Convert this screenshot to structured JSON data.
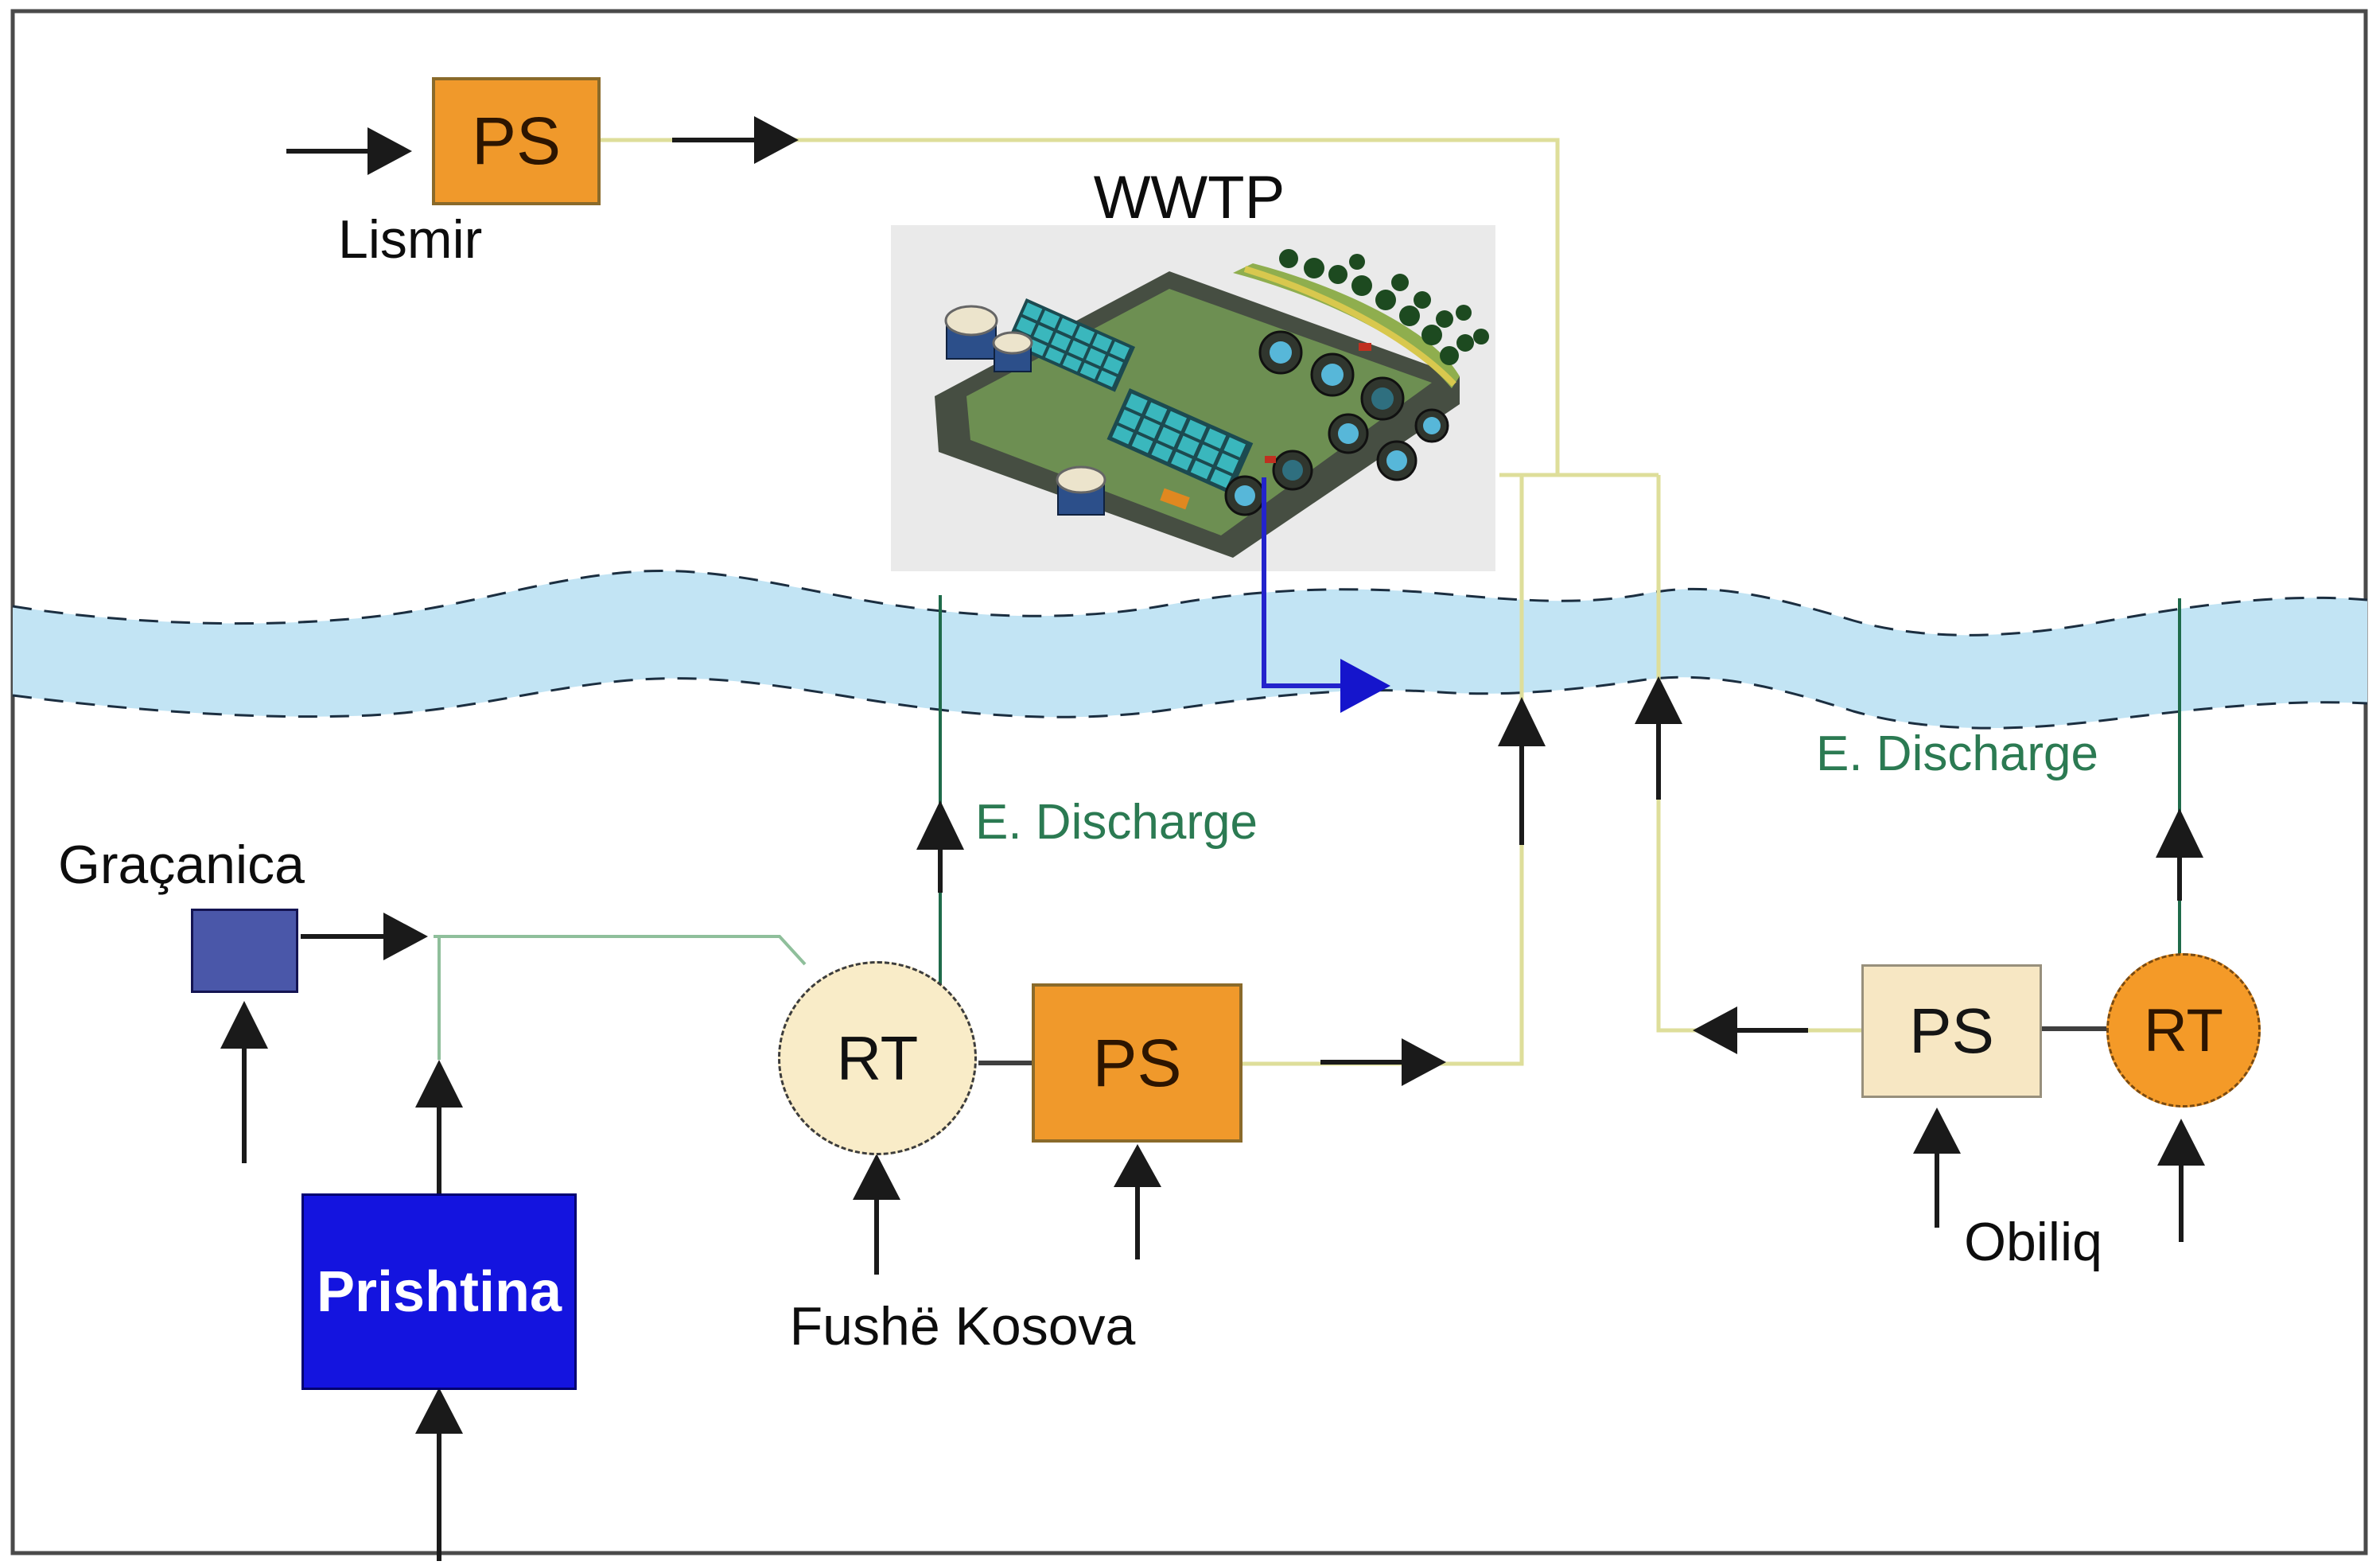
{
  "diagram": {
    "description_labels": {
      "wwtp": "WWTP",
      "discharge_left": "E. Discharge",
      "discharge_right": "E. Discharge"
    },
    "nodes": {
      "lismir_ps": {
        "label": "PS",
        "city": "Lismir"
      },
      "gracanica": {
        "city": "Graçanica"
      },
      "prishtina": {
        "city": "Prishtina"
      },
      "fushe_rt": {
        "label": "RT"
      },
      "fushe_ps": {
        "label": "PS"
      },
      "fushe": {
        "city": "Fushë Kosova"
      },
      "obiliq_ps": {
        "label": "PS"
      },
      "obiliq_rt": {
        "label": "RT"
      },
      "obiliq": {
        "city": "Obiliq"
      }
    },
    "colors": {
      "ps_orange": "#F0992B",
      "ps_beige": "#F7E7C3",
      "rt_cream": "#F9ECC8",
      "rt_orange": "#F49A28",
      "prishtina_blue": "#1414DF",
      "gracanica_slate": "#4A57A9",
      "river_blue": "#C2E4F4",
      "sewer_line_yellow": "#DEDE9A",
      "gravity_line_green": "#8FBF9B",
      "discharge_line_green": "#1F6B4A",
      "discharge_text_green": "#2B7A52",
      "effluent_blue": "#2323CC",
      "arrow_black": "#1A1A1A"
    }
  }
}
